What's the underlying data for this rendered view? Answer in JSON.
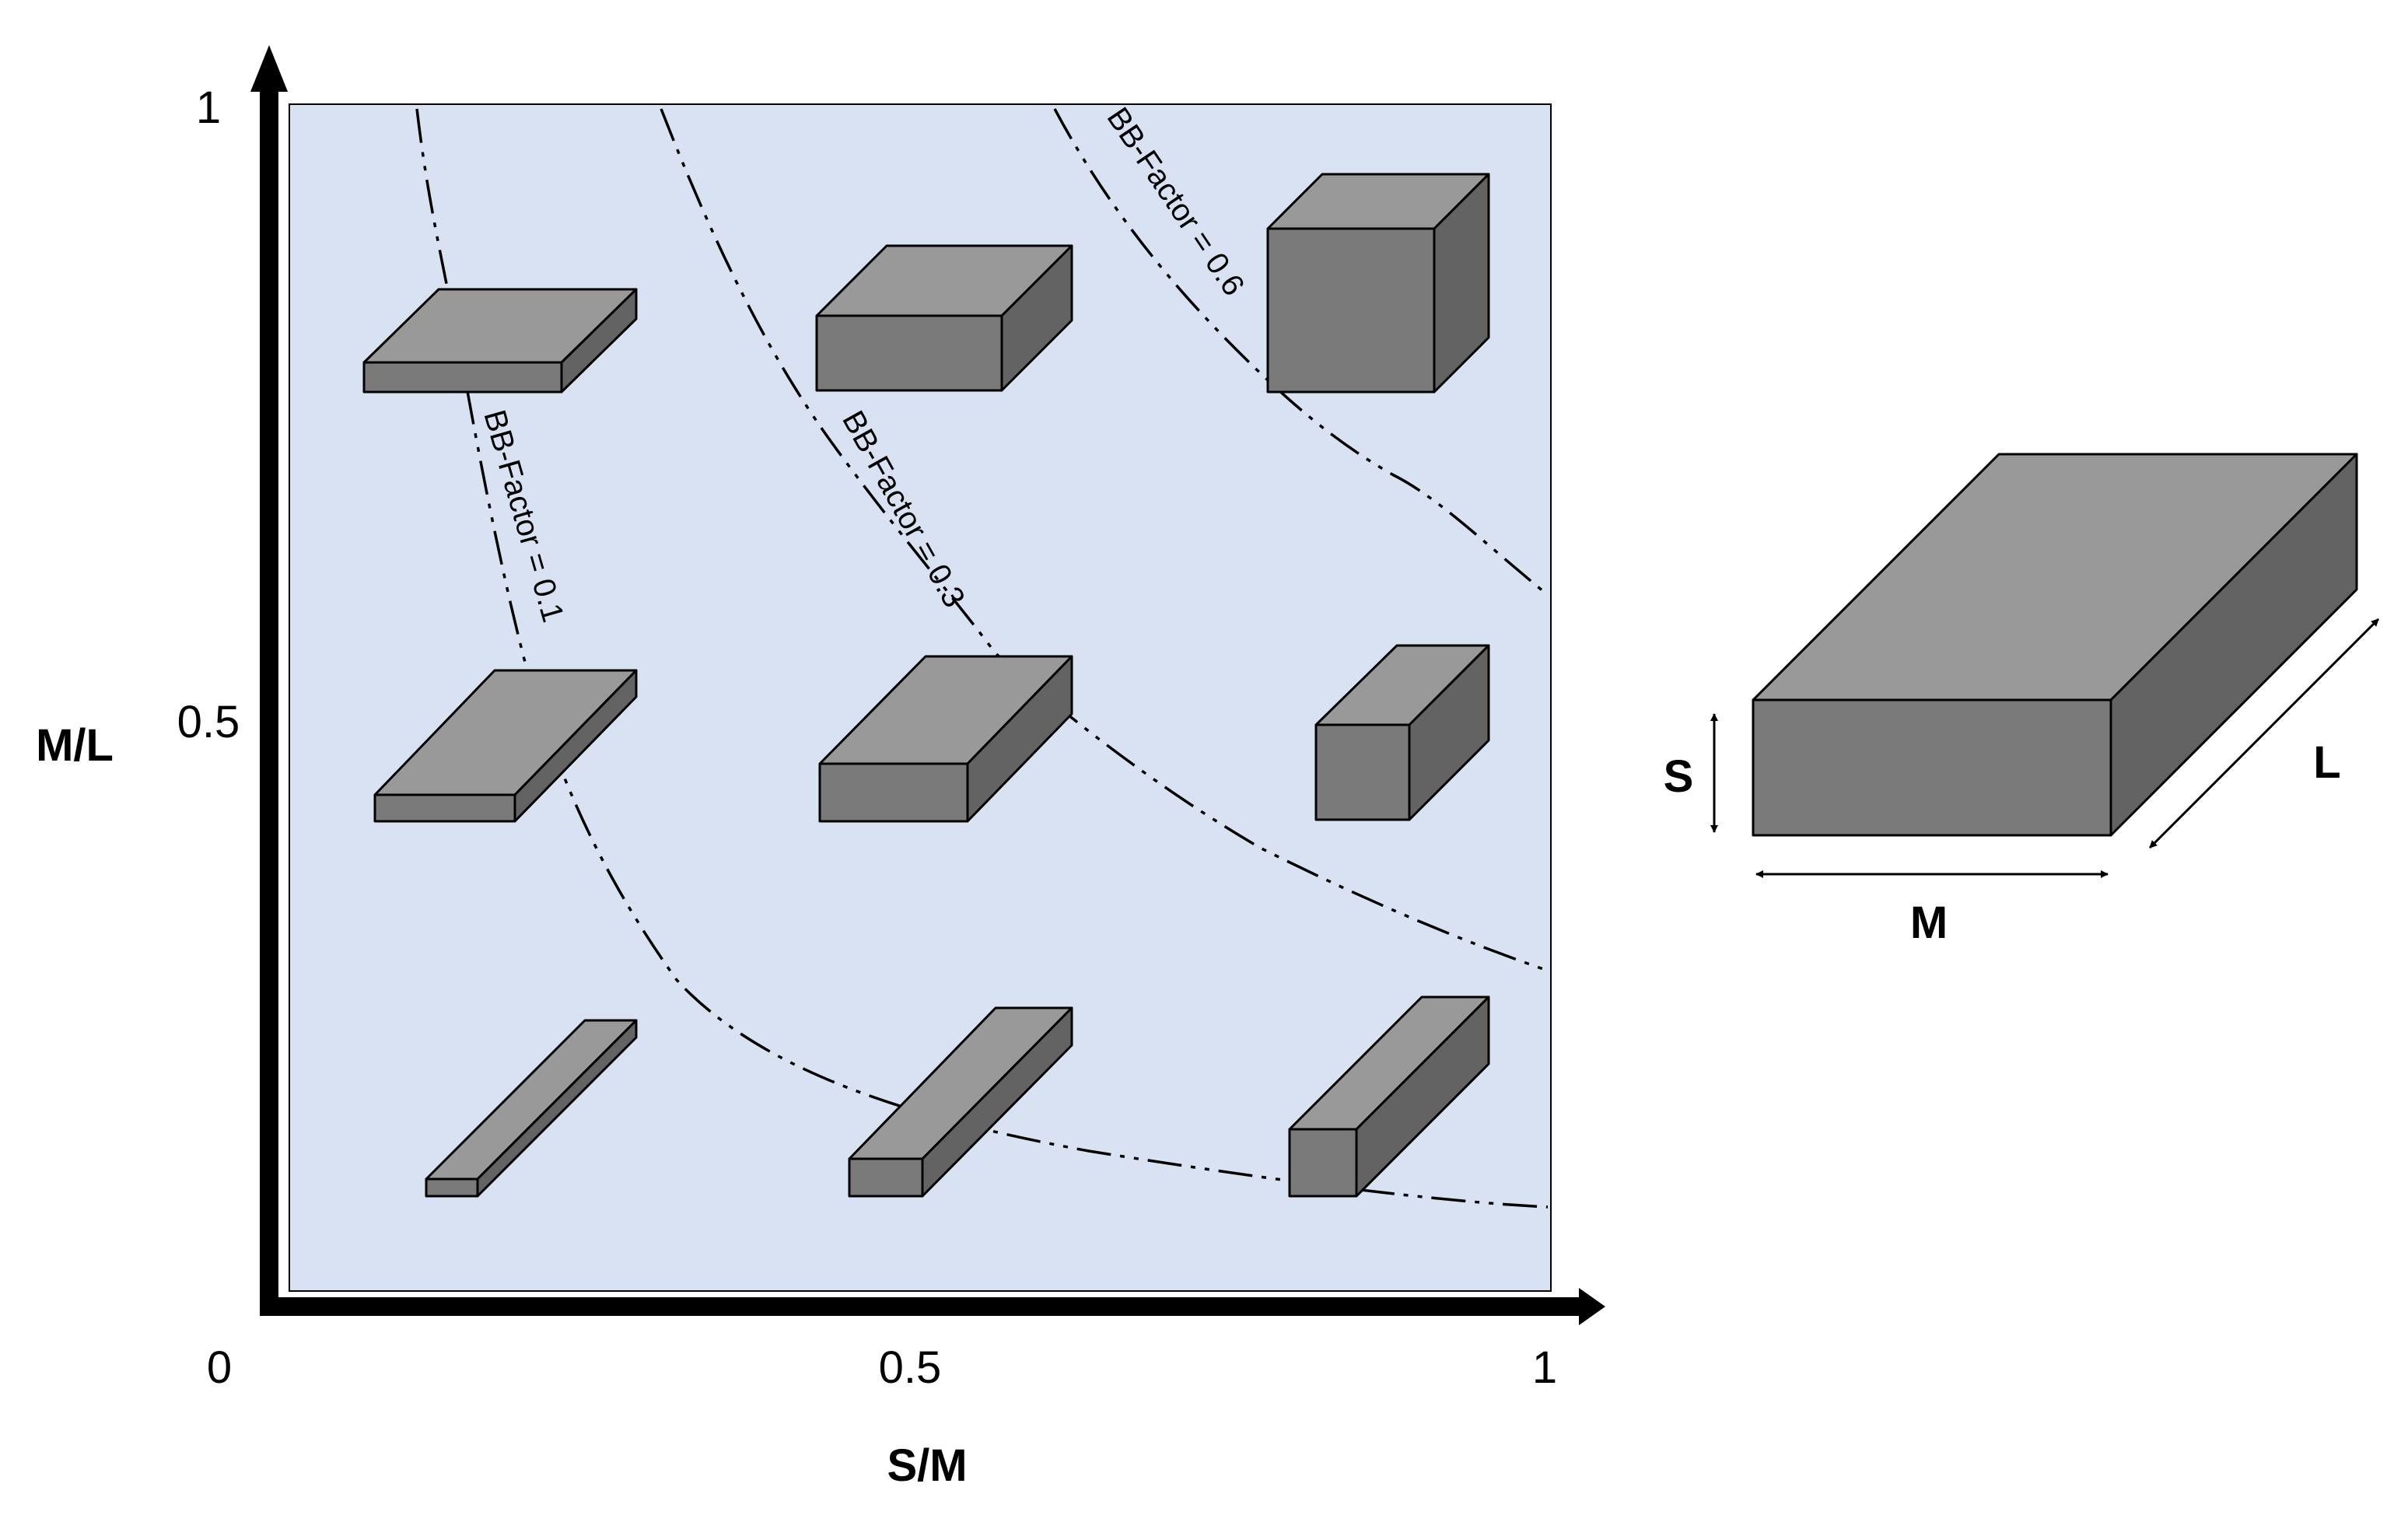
{
  "diagram": {
    "x_axis": {
      "title": "S/M",
      "ticks": [
        "0",
        "0.5",
        "1"
      ]
    },
    "y_axis": {
      "title": "M/L",
      "ticks": [
        "1",
        "0.5"
      ]
    },
    "colors": {
      "plot_background": "#d9e2f3",
      "box_front": "#7a7a7a",
      "box_top": "#999999",
      "box_side": "#636363",
      "axis": "#000000"
    },
    "curves": [
      {
        "name": "bb-factor-0.1",
        "label": "BB-Factor = 0.1"
      },
      {
        "name": "bb-factor-0.3",
        "label": "BB-Factor = 0.3"
      },
      {
        "name": "bb-factor-0.6",
        "label": "BB-Factor = 0.6"
      }
    ],
    "grid_boxes": [
      {
        "name": "box-flat-plate-small",
        "shape": "flat thin plate"
      },
      {
        "name": "box-flat-slab",
        "shape": "flat slab"
      },
      {
        "name": "box-cube",
        "shape": "cube"
      },
      {
        "name": "box-long-plate",
        "shape": "long thin plate"
      },
      {
        "name": "box-long-slab",
        "shape": "long slab"
      },
      {
        "name": "box-long-prism",
        "shape": "long square prism"
      },
      {
        "name": "box-thin-rod",
        "shape": "thin rod"
      },
      {
        "name": "box-bar",
        "shape": "bar"
      },
      {
        "name": "box-square-rod",
        "shape": "square rod"
      }
    ],
    "reference_box": {
      "labels": {
        "s": "S",
        "m": "M",
        "l": "L"
      }
    }
  }
}
